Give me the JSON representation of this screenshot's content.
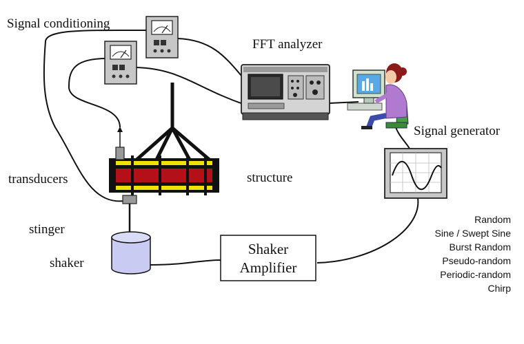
{
  "labels": {
    "signal_conditioning": "Signal conditioning",
    "fft_analyzer": "FFT analyzer",
    "signal_generator": "Signal generator",
    "transducers": "transducers",
    "structure": "structure",
    "stinger": "stinger",
    "shaker": "shaker",
    "amplifier_line1": "Shaker",
    "amplifier_line2": "Amplifier"
  },
  "excitation_types": [
    "Random",
    "Sine / Swept Sine",
    "Burst Random",
    "Pseudo-random",
    "Periodic-random",
    "Chirp"
  ],
  "colors": {
    "structure_red": "#b3101a",
    "structure_yellow": "#f2e200",
    "shaker_fill": "#c9cbf2",
    "instrument_gray": "#c7c7c7",
    "screen_blue": "#5aa9e6",
    "person_shirt": "#b07ad1",
    "person_hair": "#8b1a1a"
  },
  "icons": [
    "meter-icon",
    "oscilloscope-icon",
    "computer-user-icon",
    "signal-generator-icon"
  ]
}
